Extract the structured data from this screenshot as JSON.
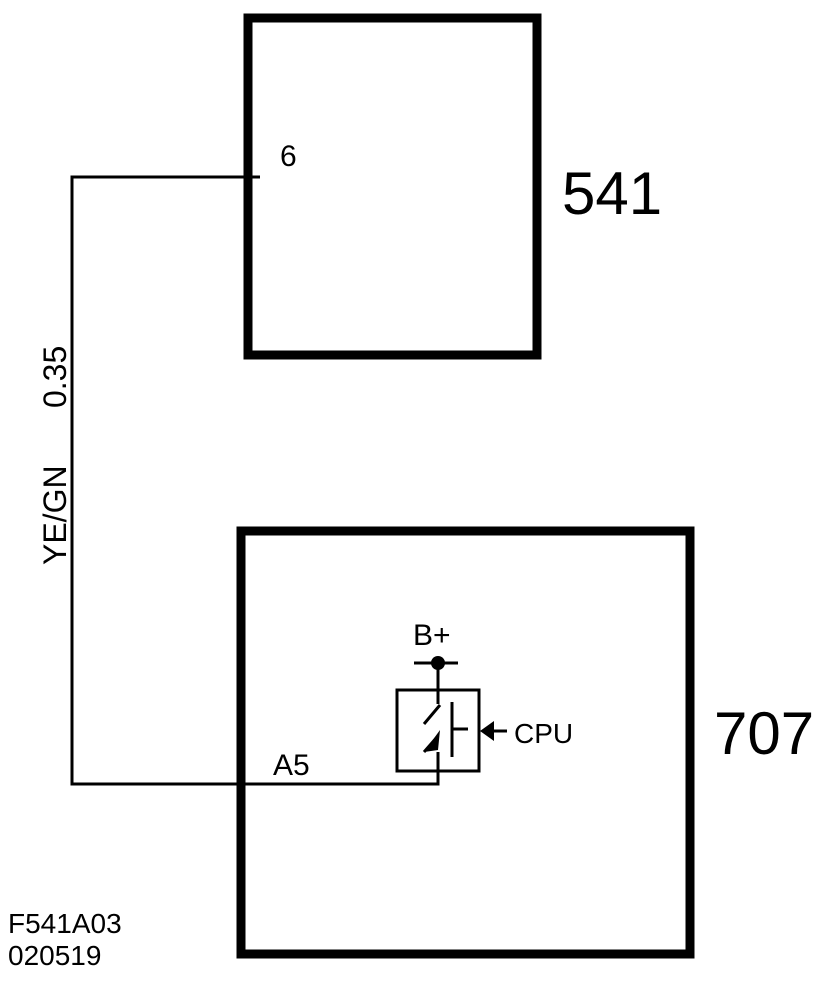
{
  "components": [
    {
      "id": "541",
      "pin": "6"
    },
    {
      "id": "707",
      "pin": "A5"
    }
  ],
  "wire": {
    "color": "YE/GN",
    "gauge": "0.35"
  },
  "switch": {
    "supply": "B+",
    "control": "CPU"
  },
  "footer": {
    "figure_code": "F541A03",
    "date": "020519"
  }
}
